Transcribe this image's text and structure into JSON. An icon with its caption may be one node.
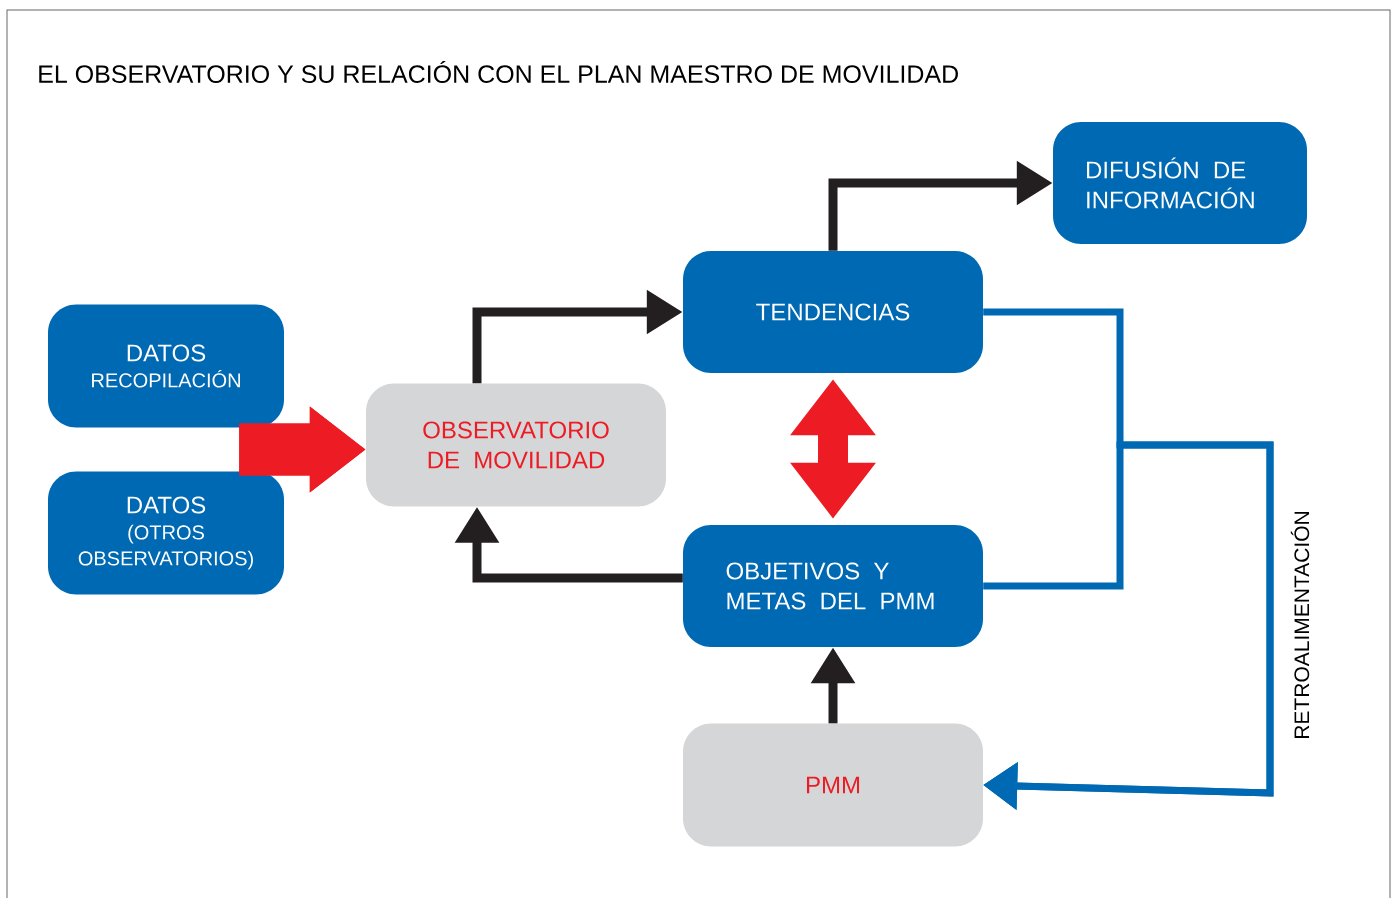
{
  "diagram": {
    "title": "EL OBSERVATORIO Y SU RELACIÓN CON EL PLAN MAESTRO DE MOVILIDAD",
    "nodes": [
      {
        "text": [
          "DATOS",
          "RECOPILACIÓN"
        ]
      },
      {
        "text": [
          "DATOS",
          "(OTROS OBSERVATORIOS)"
        ]
      },
      {
        "text": [
          "OBSERVATORIO DE MOVILIDAD"
        ]
      },
      {
        "text": [
          "TENDENCIAS"
        ]
      },
      {
        "text": [
          "DIFUSIÓN DE INFORMACIÓN"
        ]
      },
      {
        "text": [
          "OBJETIVOS Y METAS DEL PMM"
        ]
      },
      {
        "text": [
          "PMM"
        ]
      }
    ],
    "edges": [
      {
        "from": 0,
        "to": 2,
        "arrow": "to",
        "style": "thick",
        "color": "#ed1c24"
      },
      {
        "from": 1,
        "to": 2,
        "arrow": "to",
        "style": "thick",
        "color": "#ed1c24"
      },
      {
        "from": 2,
        "to": 3,
        "arrow": "to"
      },
      {
        "from": 3,
        "to": 4,
        "arrow": "to"
      },
      {
        "from": 5,
        "to": 2,
        "arrow": "to"
      },
      {
        "from": 3,
        "to": 5,
        "arrow": "both",
        "style": "thick",
        "color": "#ed1c24"
      },
      {
        "from": 6,
        "to": 5,
        "arrow": "to"
      },
      {
        "from": 3,
        "to": 6,
        "arrow": "to",
        "color": "#0069b4"
      },
      {
        "from": 5,
        "to": 6,
        "arrow": "to",
        "color": "#0069b4"
      }
    ],
    "labels": [
      "RETROALIMENTACIÓN"
    ]
  }
}
